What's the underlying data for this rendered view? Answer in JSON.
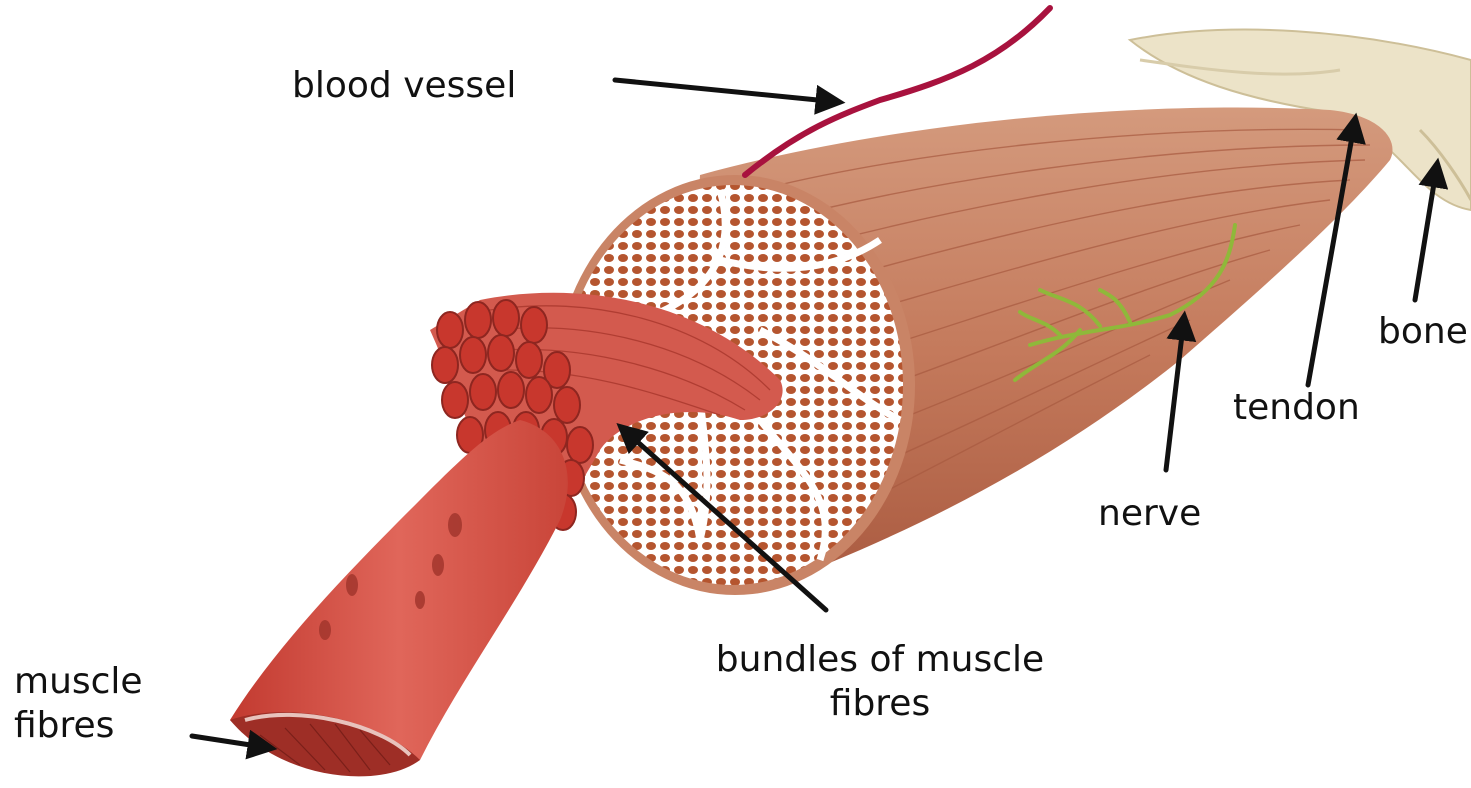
{
  "diagram": {
    "labels": {
      "blood_vessel": "blood vessel",
      "tendon": "tendon",
      "bone": "bone",
      "nerve": "nerve",
      "bundles": {
        "line1": "bundles of muscle",
        "line2": "fibres"
      },
      "muscle_fibres": {
        "line1": "muscle",
        "line2": "fibres"
      }
    },
    "colors": {
      "muscle_outer": "#c98466",
      "muscle_striation": "#a85a40",
      "fibre_red": "#d9544a",
      "fibre_dark": "#9e2e26",
      "cross_section_bg": "#ffffff",
      "cross_section_cell": "#b5552f",
      "tendon": "#ece3c8",
      "blood_vessel": "#a8123e",
      "nerve": "#8fb83a",
      "arrow": "#111111"
    }
  }
}
